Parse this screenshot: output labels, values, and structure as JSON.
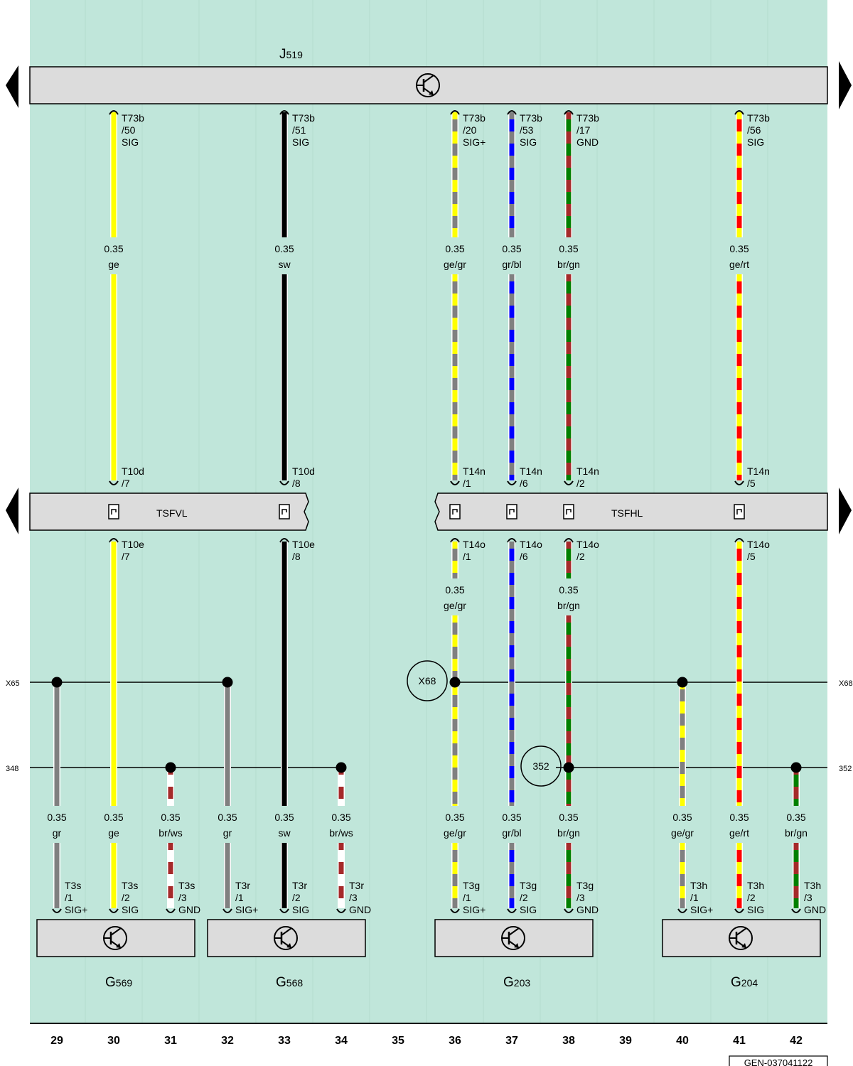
{
  "control_unit": {
    "name": "J",
    "sub": "519"
  },
  "connectors": {
    "left": {
      "name": "TSFVL"
    },
    "right": {
      "name": "TSFHL"
    }
  },
  "nodes": {
    "x68": "X68",
    "n352": "352"
  },
  "ground_lines": {
    "top_left": "X65",
    "top_right": "X68",
    "bottom_left": "348",
    "bottom_right": "352"
  },
  "wire_colors": {
    "ge": "#ffff00",
    "gr": "#808080",
    "sw": "#000000",
    "bl": "#0000ff",
    "br": "#a52a2a",
    "gn": "#008000",
    "rt": "#ff0000",
    "ws": "#ffffff"
  },
  "wires": [
    {
      "col": 30,
      "top_conn": [
        "T73b",
        "/50",
        "SIG"
      ],
      "size": "0.35",
      "color": "ge",
      "mid_top": [
        "T10d",
        "/7"
      ],
      "mid_bot": [
        "T10e",
        "/7"
      ],
      "bot_size": "0.35",
      "bot_color": "ge",
      "bot_conn": [
        "T3s",
        "/2",
        "SIG"
      ]
    },
    {
      "col": 33,
      "top_conn": [
        "T73b",
        "/51",
        "SIG"
      ],
      "size": "0.35",
      "color": "sw",
      "mid_top": [
        "T10d",
        "/8"
      ],
      "mid_bot": [
        "T10e",
        "/8"
      ],
      "bot_size": "0.35",
      "bot_color": "sw",
      "bot_conn": [
        "T3r",
        "/2",
        "SIG"
      ]
    },
    {
      "col": 36,
      "top_conn": [
        "T73b",
        "/20",
        "SIG+"
      ],
      "size": "0.35",
      "color": "ge/gr",
      "mid_top": [
        "T14n",
        "/1"
      ],
      "mid_bot": [
        "T14o",
        "/1"
      ],
      "mid_size": "0.35",
      "mid_color": "ge/gr",
      "bot_size": "0.35",
      "bot_color": "ge/gr",
      "bot_conn": [
        "T3g",
        "/1",
        "SIG+"
      ]
    },
    {
      "col": 37,
      "top_conn": [
        "T73b",
        "/53",
        "SIG"
      ],
      "size": "0.35",
      "color": "gr/bl",
      "mid_top": [
        "T14n",
        "/6"
      ],
      "mid_bot": [
        "T14o",
        "/6"
      ],
      "bot_size": "0.35",
      "bot_color": "gr/bl",
      "bot_conn": [
        "T3g",
        "/2",
        "SIG"
      ]
    },
    {
      "col": 38,
      "top_conn": [
        "T73b",
        "/17",
        "GND"
      ],
      "size": "0.35",
      "color": "br/gn",
      "mid_top": [
        "T14n",
        "/2"
      ],
      "mid_bot": [
        "T14o",
        "/2"
      ],
      "mid_size": "0.35",
      "mid_color": "br/gn",
      "bot_size": "0.35",
      "bot_color": "br/gn",
      "bot_conn": [
        "T3g",
        "/3",
        "GND"
      ]
    },
    {
      "col": 41,
      "top_conn": [
        "T73b",
        "/56",
        "SIG"
      ],
      "size": "0.35",
      "color": "ge/rt",
      "mid_top": [
        "T14n",
        "/5"
      ],
      "mid_bot": [
        "T14o",
        "/5"
      ],
      "bot_size": "0.35",
      "bot_color": "ge/rt",
      "bot_conn": [
        "T3h",
        "/2",
        "SIG"
      ]
    }
  ],
  "branch_wires": [
    {
      "col": 29,
      "size": "0.35",
      "color": "gr",
      "conn": [
        "T3s",
        "/1",
        "SIG+"
      ]
    },
    {
      "col": 31,
      "size": "0.35",
      "color": "br/ws",
      "conn": [
        "T3s",
        "/3",
        "GND"
      ]
    },
    {
      "col": 32,
      "size": "0.35",
      "color": "gr",
      "conn": [
        "T3r",
        "/1",
        "SIG+"
      ]
    },
    {
      "col": 34,
      "size": "0.35",
      "color": "br/ws",
      "conn": [
        "T3r",
        "/3",
        "GND"
      ]
    },
    {
      "col": 40,
      "size": "0.35",
      "color": "ge/gr",
      "conn": [
        "T3h",
        "/1",
        "SIG+"
      ]
    },
    {
      "col": 42,
      "size": "0.35",
      "color": "br/gn",
      "conn": [
        "T3h",
        "/3",
        "GND"
      ]
    }
  ],
  "components": [
    {
      "name": "G",
      "sub": "569"
    },
    {
      "name": "G",
      "sub": "568"
    },
    {
      "name": "G",
      "sub": "203"
    },
    {
      "name": "G",
      "sub": "204"
    }
  ],
  "columns": [
    "29",
    "30",
    "31",
    "32",
    "33",
    "34",
    "35",
    "36",
    "37",
    "38",
    "39",
    "40",
    "41",
    "42"
  ],
  "doc_id": "GEN-037041122"
}
